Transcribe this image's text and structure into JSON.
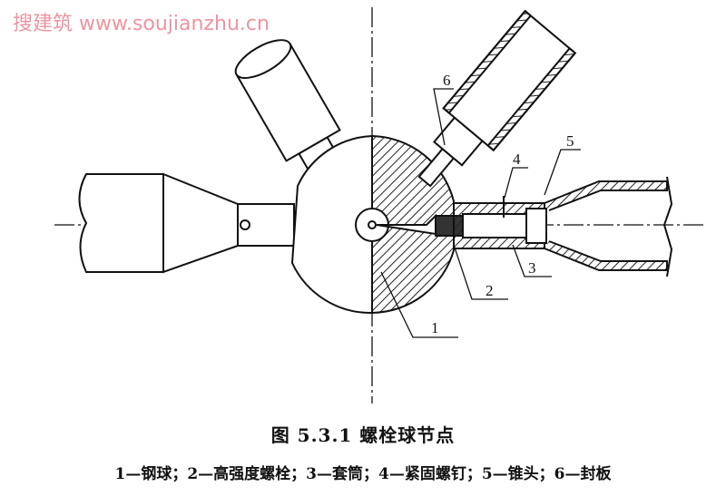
{
  "figure": {
    "title": "图 5.3.1   螺栓球节点",
    "legend": "1—钢球；2—高强度螺栓；3—套筒；4—紧固螺钉；5—锥头；6—封板",
    "labels": [
      "1",
      "2",
      "3",
      "4",
      "5",
      "6"
    ]
  },
  "watermark": "搜建筑 www.soujianzhu.cn"
}
